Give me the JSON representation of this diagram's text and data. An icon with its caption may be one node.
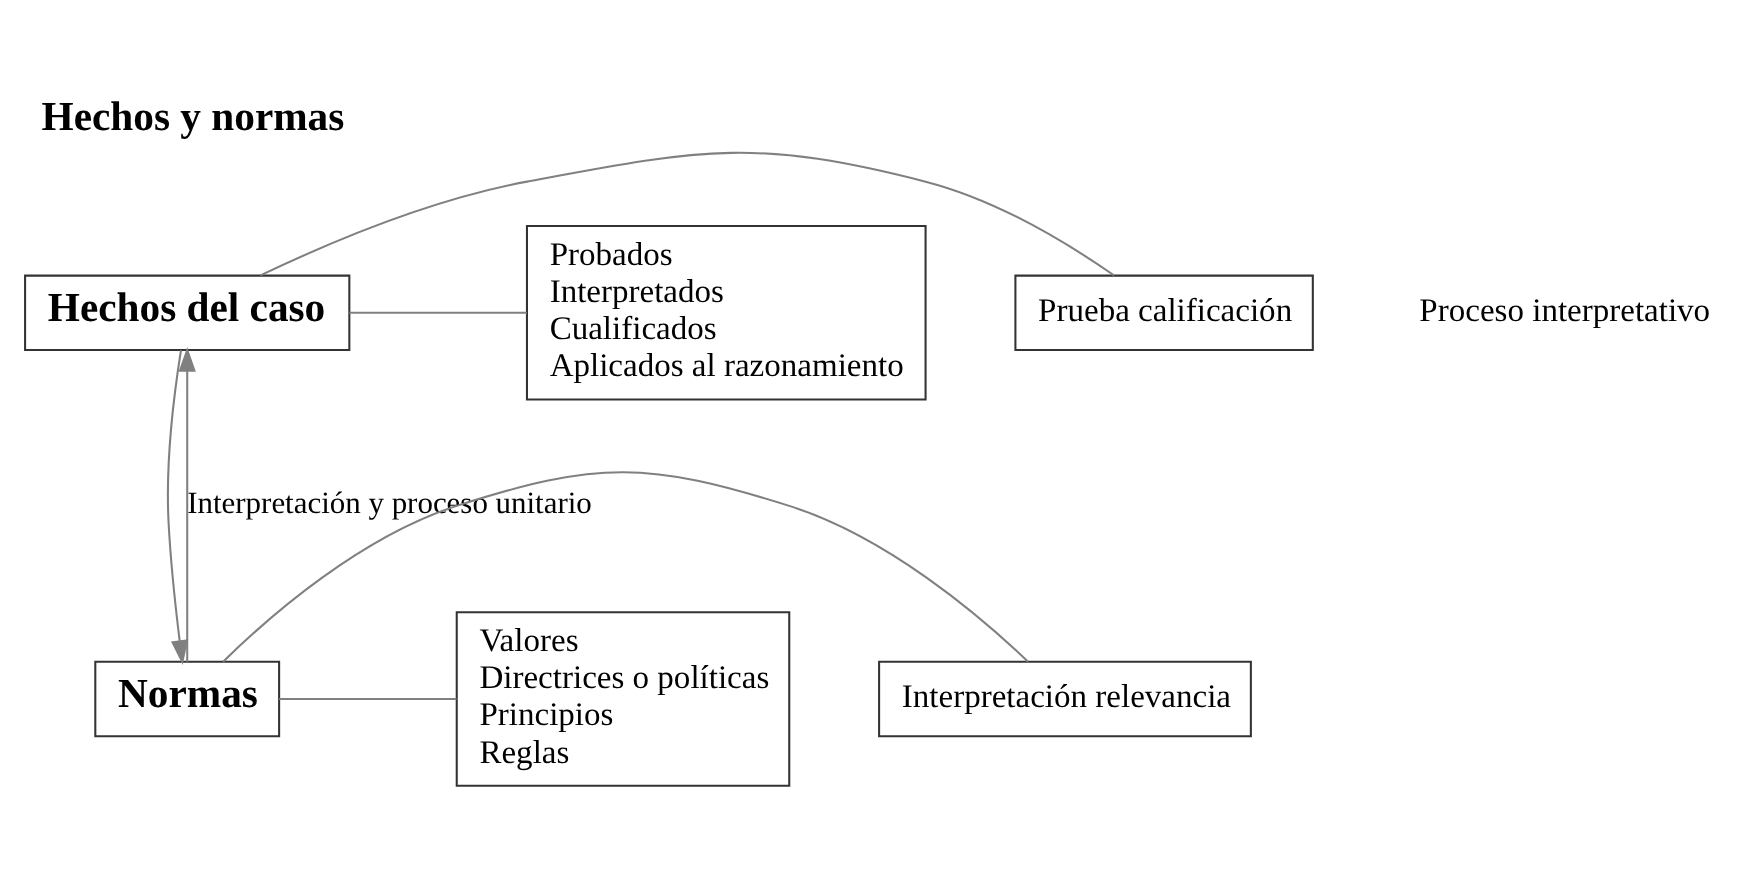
{
  "diagram": {
    "title": "Hechos y normas",
    "nodes": [
      {
        "text": [
          "Hechos del caso"
        ]
      },
      {
        "text": [
          "Normas"
        ]
      },
      {
        "text": [
          "Probados",
          "Interpretados",
          "Cualificados",
          "Aplicados al razonamiento"
        ]
      },
      {
        "text": [
          "Prueba calificación"
        ]
      },
      {
        "text": [
          "Interpretación relevancia"
        ]
      },
      {
        "text": [
          "Valores",
          "Directrices o políticas",
          "Principios",
          "Reglas"
        ]
      }
    ],
    "edges": [
      {
        "from": 0,
        "to": 1,
        "arrow": "to",
        "color": "#808080"
      },
      {
        "from": 1,
        "to": 0,
        "arrow": "to",
        "label": "Interpretación y proceso unitario",
        "color": "#808080"
      },
      {
        "from": 0,
        "to": 2,
        "arrow": "none"
      },
      {
        "from": 3,
        "to": 0,
        "arrow": "none"
      },
      {
        "from": 4,
        "to": 1,
        "arrow": "none"
      },
      {
        "from": 1,
        "to": 5,
        "arrow": "none"
      }
    ],
    "labels": [
      "Proceso interpretativo"
    ]
  }
}
